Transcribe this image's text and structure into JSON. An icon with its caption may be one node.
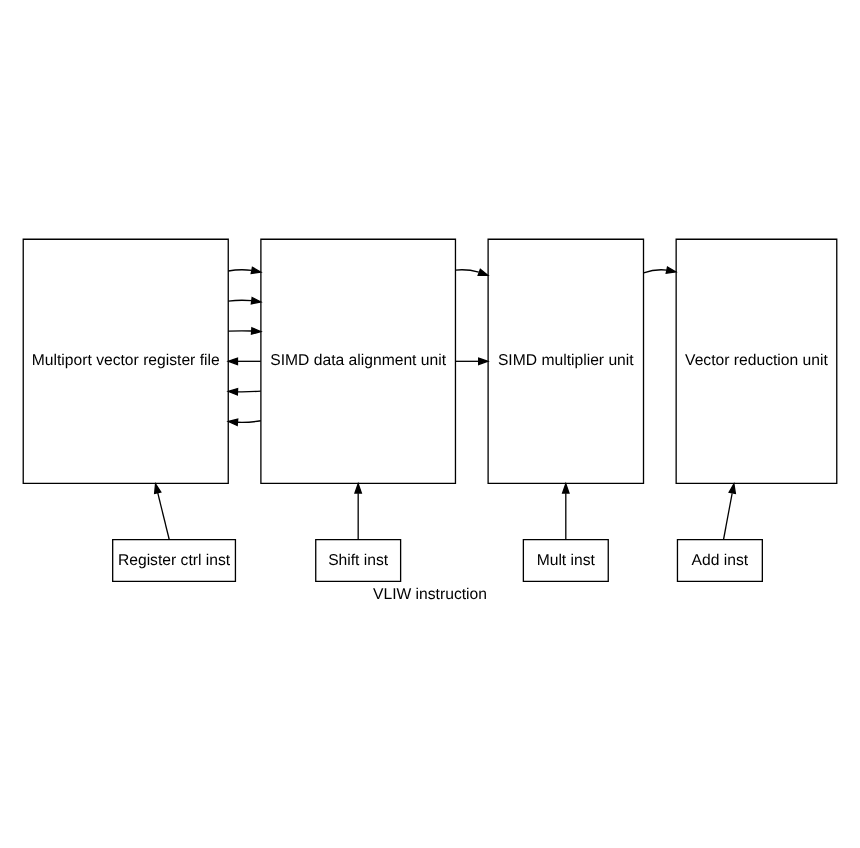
{
  "diagram": {
    "caption": "VLIW instruction",
    "nodes": [
      {
        "text": [
          "Multiport vector register file"
        ]
      },
      {
        "text": [
          "SIMD data alignment unit"
        ]
      },
      {
        "text": [
          "SIMD multiplier unit"
        ]
      },
      {
        "text": [
          "Vector reduction unit"
        ]
      },
      {
        "text": [
          "Register ctrl inst"
        ]
      },
      {
        "text": [
          "Shift inst"
        ]
      },
      {
        "text": [
          "Mult inst"
        ]
      },
      {
        "text": [
          "Add inst"
        ]
      }
    ],
    "edges": [
      {
        "from": 0,
        "to": 1,
        "arrow": "to"
      },
      {
        "from": 0,
        "to": 1,
        "arrow": "to"
      },
      {
        "from": 0,
        "to": 1,
        "arrow": "to"
      },
      {
        "from": 1,
        "to": 2,
        "arrow": "to"
      },
      {
        "from": 1,
        "to": 2,
        "arrow": "to"
      },
      {
        "from": 2,
        "to": 3,
        "arrow": "to"
      },
      {
        "from": 1,
        "to": 0,
        "arrow": "to"
      },
      {
        "from": 1,
        "to": 0,
        "arrow": "to"
      },
      {
        "from": 1,
        "to": 0,
        "arrow": "to"
      },
      {
        "from": 4,
        "to": 0,
        "arrow": "to"
      },
      {
        "from": 5,
        "to": 1,
        "arrow": "to"
      },
      {
        "from": 6,
        "to": 2,
        "arrow": "to"
      },
      {
        "from": 7,
        "to": 3,
        "arrow": "to"
      }
    ]
  }
}
